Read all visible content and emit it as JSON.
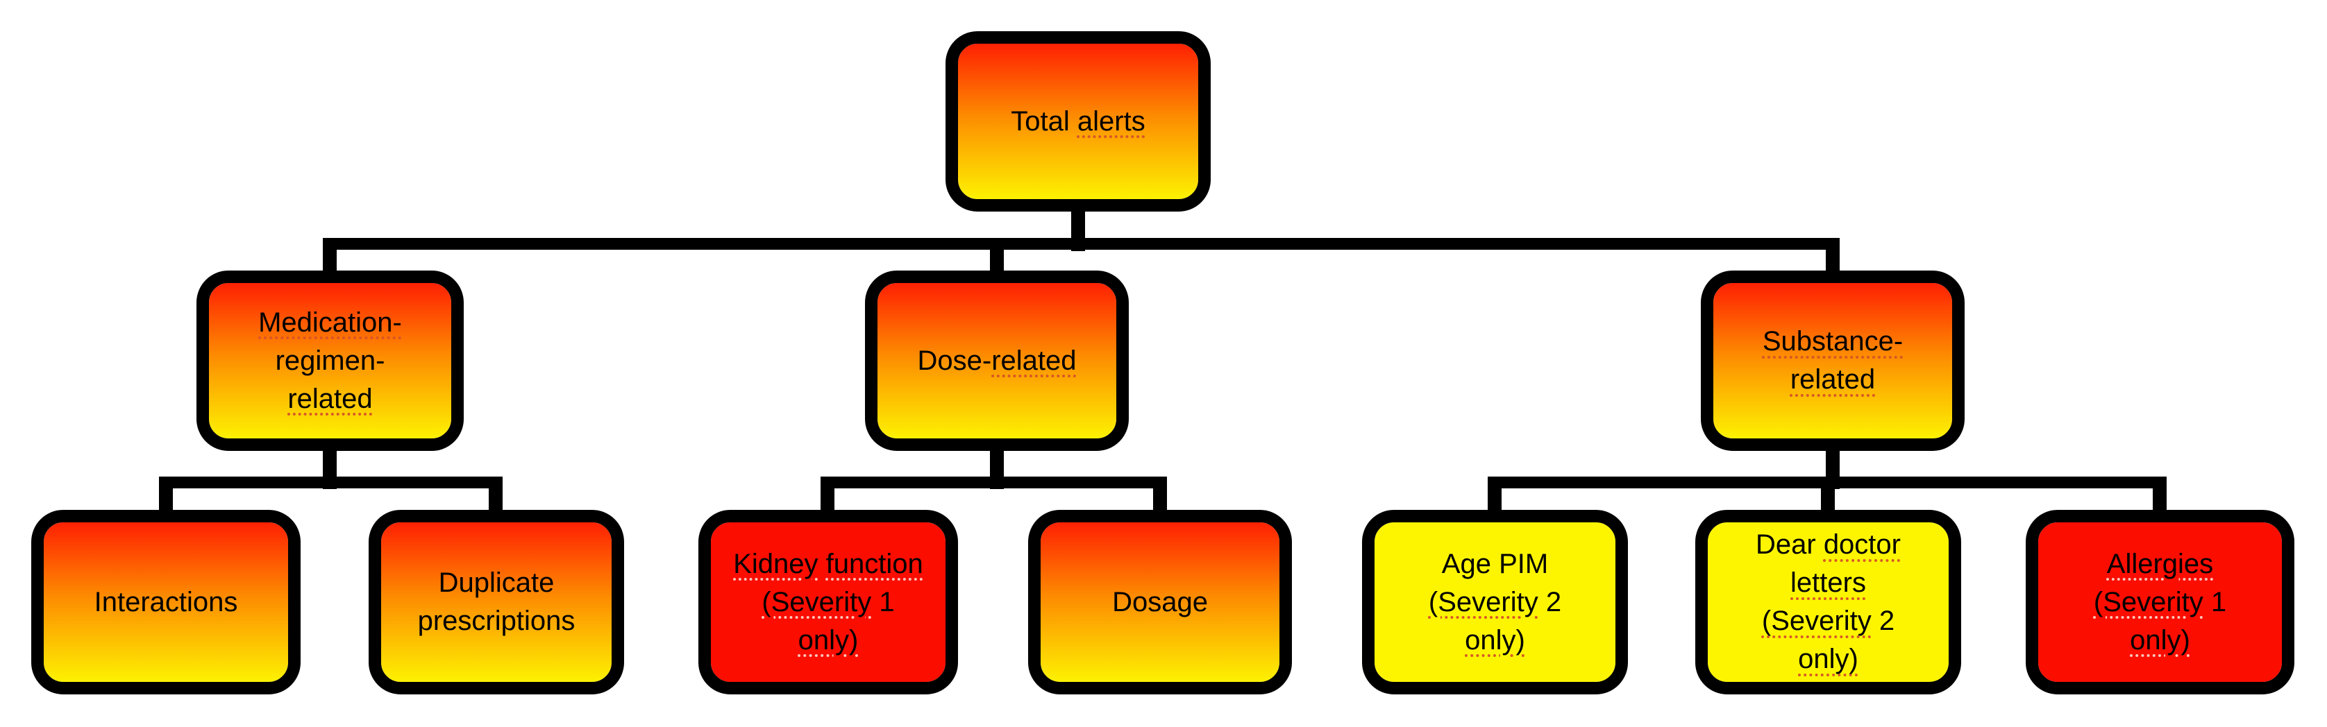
{
  "figure": {
    "type": "hierarchy-diagram",
    "background": "#ffffff",
    "connector_color": "#000000",
    "colors": {
      "gradient_top": "#fe2003",
      "gradient_middle": "#fd8a01",
      "gradient_bottom": "#fdf201",
      "severity1_red": "#fb0d00",
      "severity2_yellow": "#fdf500",
      "border": "#000000",
      "text": "#000000",
      "spellcheck_underline_warm": "#d65228",
      "spellcheck_underline_pale": "#ffd8ce"
    },
    "nodes": [
      {
        "id": "total-alerts",
        "label": "Total alerts",
        "fill": "red-to-yellow-gradient",
        "children": [
          "medication-regimen-related",
          "dose-related",
          "substance-related"
        ],
        "lines": [
          [
            {
              "text": "Total ",
              "underline": false
            },
            {
              "text": "alerts",
              "underline": true
            }
          ]
        ]
      },
      {
        "id": "medication-regimen-related",
        "label": "Medication-regimen-related",
        "fill": "red-to-yellow-gradient",
        "children": [
          "interactions",
          "duplicate-prescriptions"
        ],
        "lines": [
          [
            {
              "text": "Medication-",
              "underline": true
            }
          ],
          [
            {
              "text": "regimen-",
              "underline": false
            }
          ],
          [
            {
              "text": "related",
              "underline": true
            }
          ]
        ]
      },
      {
        "id": "dose-related",
        "label": "Dose-related",
        "fill": "red-to-yellow-gradient",
        "children": [
          "kidney-function",
          "dosage"
        ],
        "lines": [
          [
            {
              "text": "Dose-",
              "underline": false
            },
            {
              "text": "related",
              "underline": true
            }
          ]
        ]
      },
      {
        "id": "substance-related",
        "label": "Substance-related",
        "fill": "red-to-yellow-gradient",
        "children": [
          "age-pim",
          "dear-doctor-letters",
          "allergies"
        ],
        "lines": [
          [
            {
              "text": "Substance-",
              "underline": true
            }
          ],
          [
            {
              "text": "related",
              "underline": true
            }
          ]
        ]
      },
      {
        "id": "interactions",
        "label": "Interactions",
        "fill": "red-to-yellow-gradient",
        "children": [],
        "lines": [
          [
            {
              "text": "Interactions",
              "underline": false
            }
          ]
        ]
      },
      {
        "id": "duplicate-prescriptions",
        "label": "Duplicate prescriptions",
        "fill": "red-to-yellow-gradient",
        "children": [],
        "lines": [
          [
            {
              "text": "Duplicate",
              "underline": false
            }
          ],
          [
            {
              "text": "prescriptions",
              "underline": false
            }
          ]
        ]
      },
      {
        "id": "kidney-function",
        "label": "Kidney function (Severity 1 only)",
        "fill": "red",
        "children": [],
        "lines": [
          [
            {
              "text": "Kidney",
              "underline": true
            },
            {
              "text": " ",
              "underline": false
            },
            {
              "text": "function",
              "underline": true
            }
          ],
          [
            {
              "text": "(Severity",
              "underline": true
            },
            {
              "text": " 1",
              "underline": false
            }
          ],
          [
            {
              "text": "only)",
              "underline": true
            }
          ]
        ]
      },
      {
        "id": "dosage",
        "label": "Dosage",
        "fill": "red-to-yellow-gradient",
        "children": [],
        "lines": [
          [
            {
              "text": "Dosage",
              "underline": false
            }
          ]
        ]
      },
      {
        "id": "age-pim",
        "label": "Age PIM (Severity 2 only)",
        "fill": "yellow",
        "children": [],
        "lines": [
          [
            {
              "text": "Age PIM",
              "underline": false
            }
          ],
          [
            {
              "text": "(Severity",
              "underline": true
            },
            {
              "text": " 2",
              "underline": false
            }
          ],
          [
            {
              "text": "only)",
              "underline": true
            }
          ]
        ]
      },
      {
        "id": "dear-doctor-letters",
        "label": "Dear doctor letters (Severity 2 only)",
        "fill": "yellow",
        "children": [],
        "lines": [
          [
            {
              "text": "Dear ",
              "underline": false
            },
            {
              "text": "doctor",
              "underline": true
            }
          ],
          [
            {
              "text": "letters",
              "underline": true
            }
          ],
          [
            {
              "text": "(Severity",
              "underline": true
            },
            {
              "text": " 2",
              "underline": false
            }
          ],
          [
            {
              "text": "only)",
              "underline": true
            }
          ]
        ]
      },
      {
        "id": "allergies",
        "label": "Allergies (Severity 1 only)",
        "fill": "red",
        "children": [],
        "lines": [
          [
            {
              "text": "Allergies",
              "underline": true
            }
          ],
          [
            {
              "text": "(Severity",
              "underline": true
            },
            {
              "text": " 1",
              "underline": false
            }
          ],
          [
            {
              "text": "only)",
              "underline": true
            }
          ]
        ]
      }
    ]
  }
}
